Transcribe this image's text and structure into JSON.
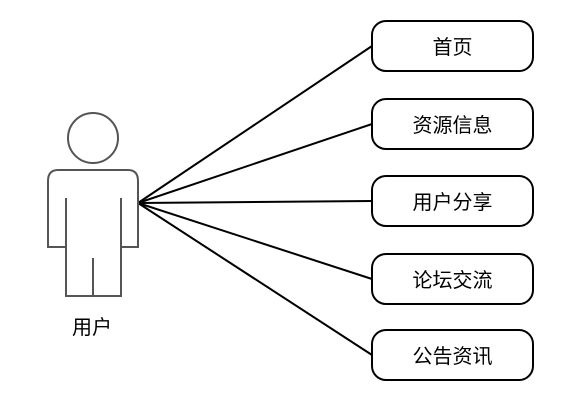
{
  "actor": {
    "label": "用户"
  },
  "use_cases": [
    {
      "label": "首页"
    },
    {
      "label": "资源信息"
    },
    {
      "label": "用户分享"
    },
    {
      "label": "论坛交流"
    },
    {
      "label": "公告资讯"
    }
  ],
  "colors": {
    "stroke": "#000000",
    "actor_stroke": "#555555",
    "background": "#ffffff"
  }
}
